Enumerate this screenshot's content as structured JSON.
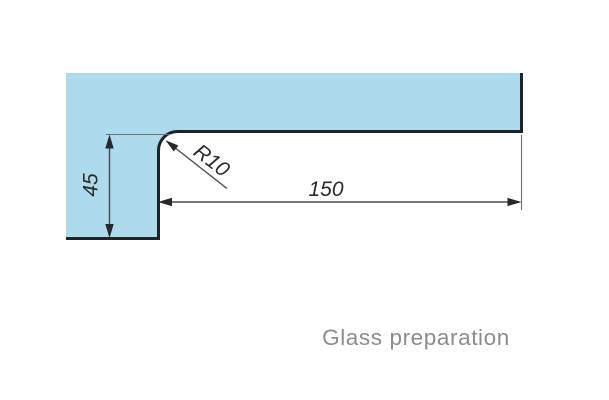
{
  "caption": {
    "text": "Glass preparation"
  },
  "dimensions": {
    "height": {
      "label": "45"
    },
    "length": {
      "label": "150"
    },
    "radius": {
      "label": "R10"
    }
  },
  "colors": {
    "background": "#FFFFFF",
    "glass_fill": "#AEDAEE",
    "glass_outline": "#1E2328",
    "dimension_line": "#4A4A4A",
    "extension_line": "#6E6E6E",
    "arrow": "#26282A",
    "dimension_text": "#2B2B2B",
    "caption_text": "#8D8D8D"
  }
}
